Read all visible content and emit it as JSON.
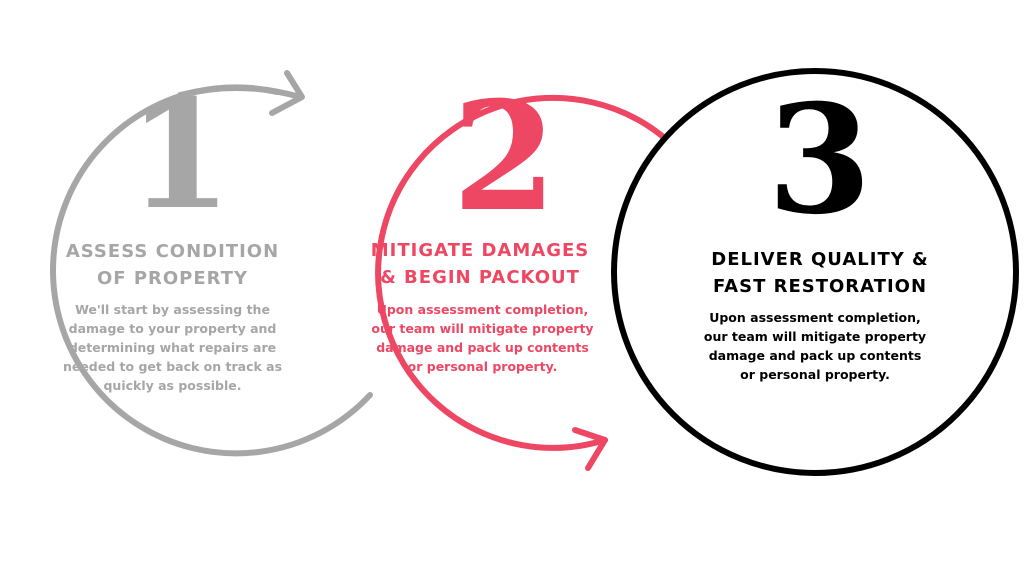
{
  "colors": {
    "step1": "#a6a6a6",
    "step2": "#ee4763",
    "step3": "#000000",
    "background": "#ffffff"
  },
  "steps": [
    {
      "number": "1",
      "title_lines": [
        "ASSESS CONDITION",
        "OF PROPERTY"
      ],
      "desc_lines": [
        "We'll start by assessing the",
        "damage to your property and",
        "determining what repairs are",
        "needed to get back on track as",
        "quickly as possible."
      ]
    },
    {
      "number": "2",
      "title_lines": [
        "MITIGATE DAMAGES",
        "& BEGIN PACKOUT"
      ],
      "desc_lines": [
        "Upon assessment completion,",
        "our team will mitigate property",
        "damage and pack up contents",
        "or personal property."
      ]
    },
    {
      "number": "3",
      "title_lines": [
        "DELIVER QUALITY &",
        "FAST RESTORATION"
      ],
      "desc_lines": [
        "Upon assessment completion,",
        "our team will mitigate property",
        "damage and pack up contents",
        "or personal property."
      ]
    }
  ]
}
